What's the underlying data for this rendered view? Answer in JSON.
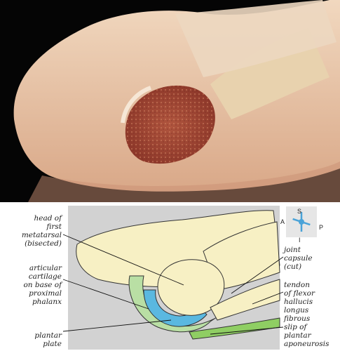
{
  "labels": {
    "head": [
      "head of",
      "first",
      "metatarsal",
      "(bisected)"
    ],
    "cartilage": [
      "articular",
      "cartilage",
      "on base of",
      "proximal",
      "phalanx"
    ],
    "plate": [
      "plantar",
      "plate"
    ],
    "capsule": [
      "joint",
      "capsule",
      "(cut)"
    ],
    "tendon": [
      "tendon",
      "of flexor",
      "hallucis",
      "longus"
    ],
    "slip": [
      "fibrous",
      "slip of",
      "plantar",
      "aponeurosis"
    ]
  },
  "orientation": {
    "top": "S",
    "left": "A",
    "right": "P",
    "bottom": "I"
  },
  "colors": {
    "bone": "#f7f0c4",
    "cartilage": "#5ab8e0",
    "plate": "#b9dfa4",
    "slip": "#8fce63",
    "background": "#d2d2d2",
    "compass": "#4aa3d8"
  }
}
